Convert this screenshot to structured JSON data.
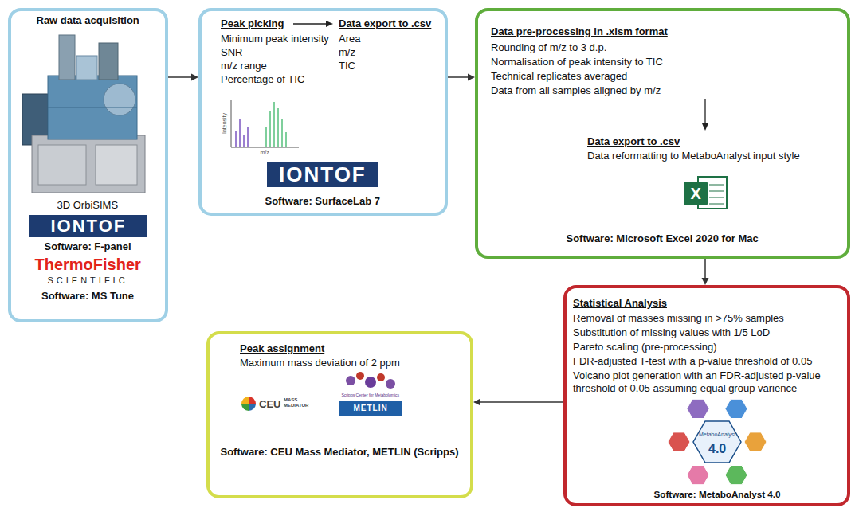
{
  "diagram": {
    "nodes": [
      {
        "text": [
          "Raw data acquisition",
          "3D OrbiSIMS",
          "IONTOF",
          "Software: F-panel",
          "ThermoFisher",
          "SCIENTIFIC",
          "Software: MS Tune"
        ]
      },
      {
        "text": [
          "Peak picking",
          "Minimum peak intensity",
          "SNR",
          "m/z range",
          "Percentage of TIC",
          "Data export to .csv",
          "Area",
          "m/z",
          "TIC",
          "Intensity",
          "m/z",
          "IONTOF",
          "Software: SurfaceLab 7"
        ]
      },
      {
        "text": [
          "Data pre-processing in .xlsm format",
          "Rounding of m/z to 3 d.p.",
          "Normalisation of peak intensity to TIC",
          "Technical replicates averaged",
          "Data from all samples aligned by m/z",
          "Data export to .csv",
          "Data reformatting to MetaboAnalyst input style",
          "X",
          "Software: Microsoft Excel 2020 for Mac"
        ]
      },
      {
        "text": [
          "Statistical Analysis",
          "Removal of masses missing in >75% samples",
          "Substitution of missing values with 1/5 LoD",
          "Pareto scaling (pre-processing)",
          "FDR-adjusted T-test with a p-value threshold of 0.05",
          "Volcano plot generation with an FDR-adjusted p-value threshold of 0.05 assuming equal group varience",
          "MetaboAnalyst",
          "4.0",
          "Software: MetaboAnalyst 4.0"
        ]
      },
      {
        "text": [
          "Peak assignment",
          "Maximum mass deviation of 2 ppm",
          "CEU",
          "MASS MEDIATOR",
          "Scripps Center for Metabolomics",
          "METLIN",
          "Software: CEU Mass Mediator, METLIN (Scripps)"
        ]
      }
    ],
    "edges": [
      {
        "from": 0,
        "to": 1,
        "arrow": "to"
      },
      {
        "from": 1,
        "to": 2,
        "arrow": "to"
      },
      {
        "from": 2,
        "to": 3,
        "arrow": "to"
      },
      {
        "from": 3,
        "to": 4,
        "arrow": "to"
      }
    ]
  }
}
